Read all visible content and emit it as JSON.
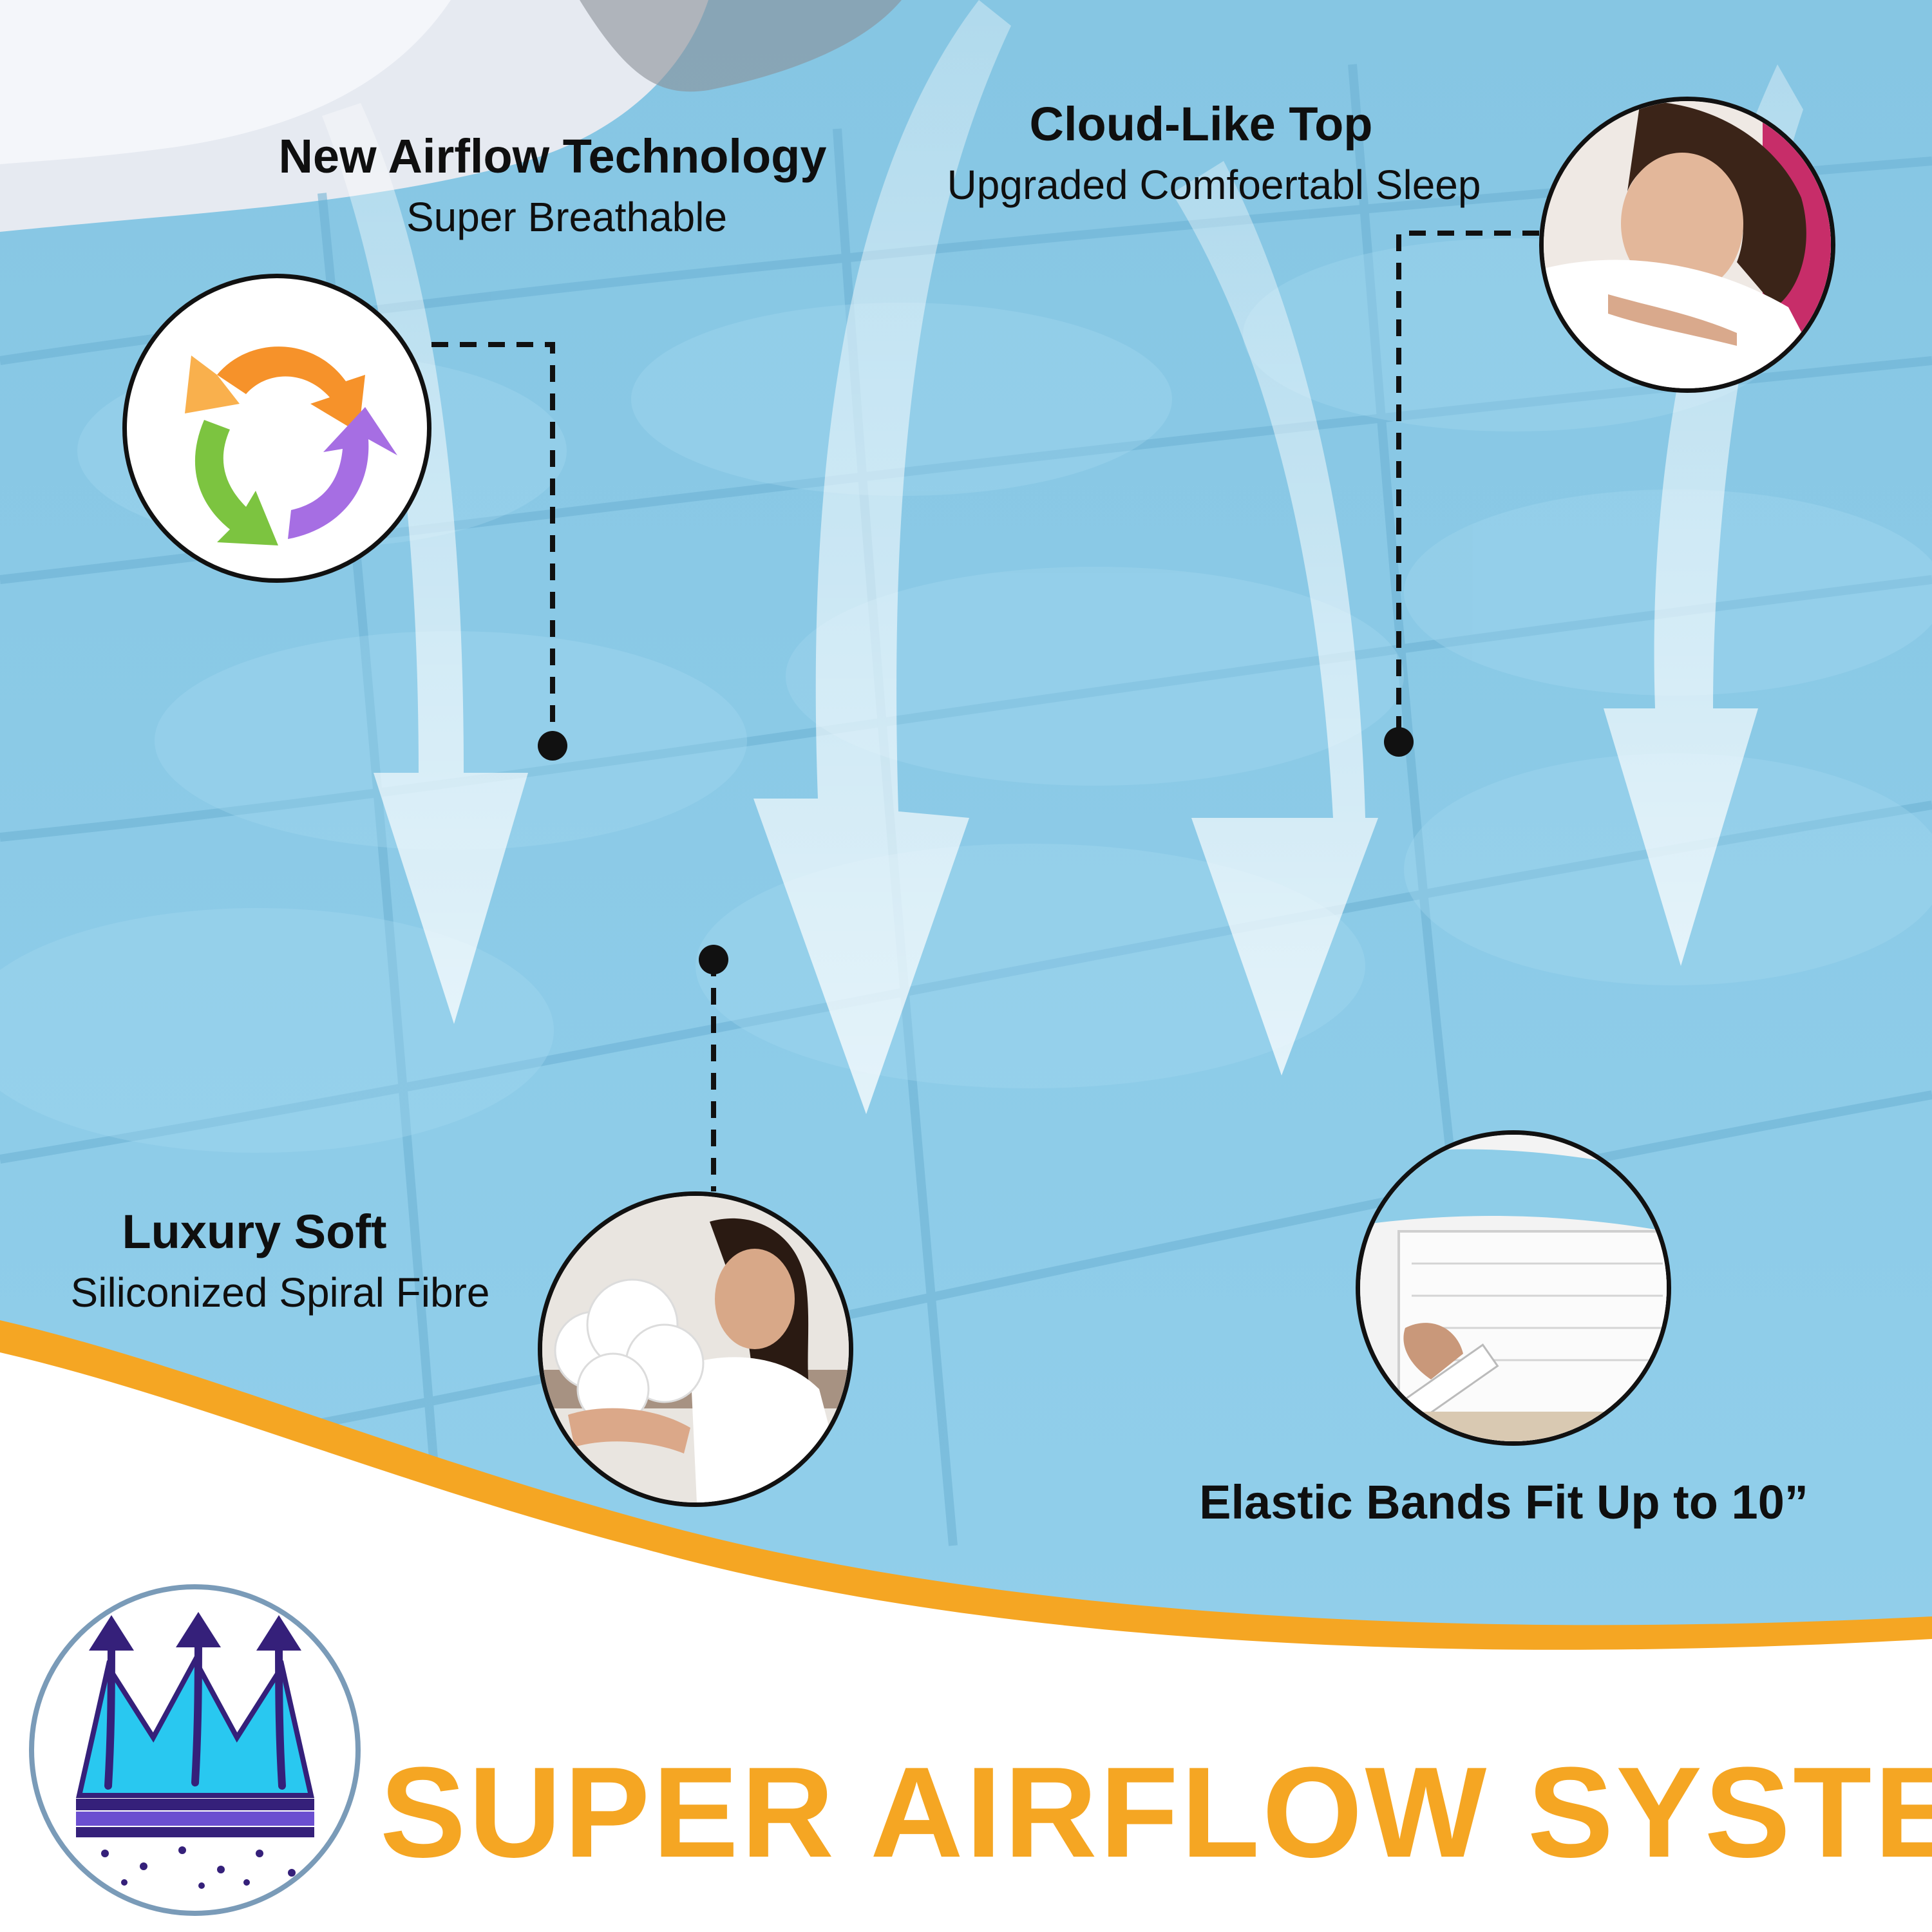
{
  "colors": {
    "mattress": "#8ecde8",
    "mattress_shadow": "#6fb6d8",
    "accent_orange": "#f5a623",
    "text_dark": "#0f0f0f",
    "icon_blue": "#1cc6ee",
    "icon_purple": "#3a2a8a"
  },
  "features": {
    "airflow": {
      "title": "New Airflow Technology",
      "subtitle": "Super Breathable",
      "icon": "recycle-arrows-icon"
    },
    "cloud_top": {
      "title": "Cloud-Like Top",
      "subtitle": "Upgraded Comfoertabl Sleep",
      "image": "sleeping-woman-photo"
    },
    "luxury_soft": {
      "title": "Luxury Soft",
      "subtitle": "Siliconized Spiral Fibre",
      "image": "woman-holding-fibre-photo"
    },
    "elastic": {
      "title": "Elastic Bands Fit Up to 10”",
      "image": "elastic-band-photo"
    }
  },
  "footer": {
    "title": "SUPER AIRFLOW SYSTEM",
    "icon": "airflow-layers-icon"
  }
}
